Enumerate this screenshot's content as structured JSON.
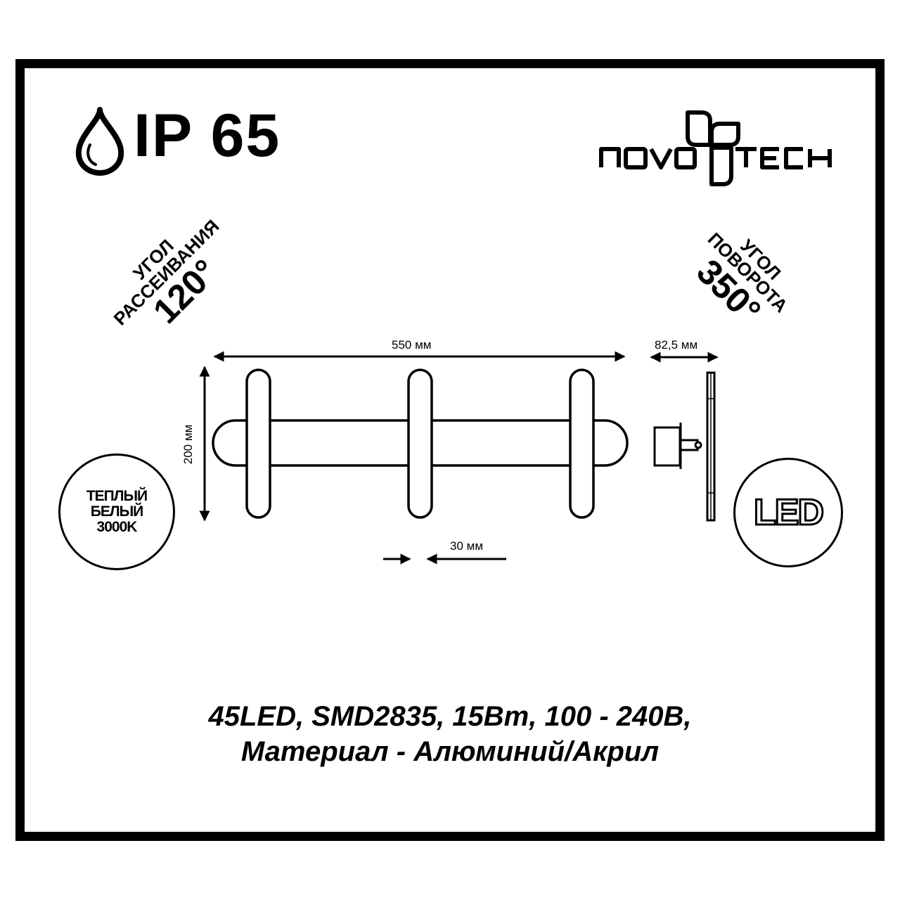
{
  "header": {
    "ip_rating": "IP 65",
    "ip_icon": "water-drop-icon",
    "brand": "NOVOTECH",
    "brand_left": "NOV",
    "brand_right": "TECH"
  },
  "beam_angle": {
    "line1": "УГОЛ",
    "line2": "РАССЕИВАНИЯ",
    "value": "120°"
  },
  "rotation_angle": {
    "line1": "УГОЛ",
    "line2": "ПОВОРОТА",
    "value": "350°"
  },
  "dimensions": {
    "width": "550 мм",
    "height": "200 мм",
    "depth": "82,5 мм",
    "pill_width": "30 мм"
  },
  "color_temp_badge": {
    "line1": "ТЕПЛЫЙ",
    "line2": "БЕЛЫЙ",
    "line3": "3000K"
  },
  "led_badge": {
    "label": "LED"
  },
  "specs": {
    "line1": "45LED, SMD2835, 15Bm, 100 - 240B,",
    "line2": "Материал - Алюминий/Акрил"
  },
  "colors": {
    "stroke": "#000000",
    "background": "#ffffff"
  }
}
